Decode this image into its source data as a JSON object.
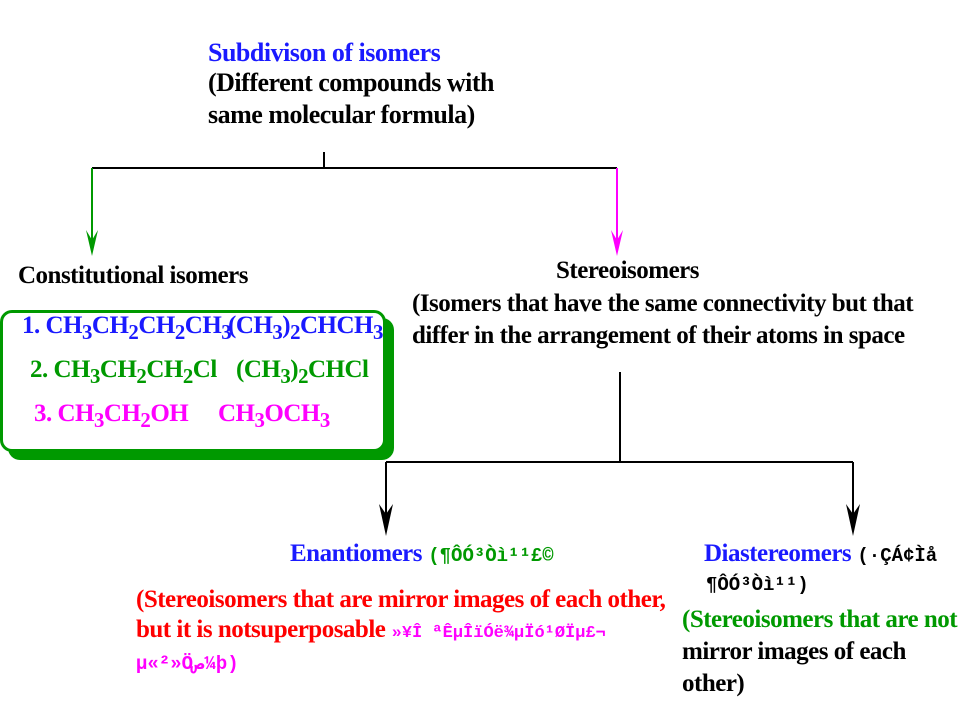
{
  "root": {
    "title": "Subdivison of isomers",
    "line1": "(Different compounds with",
    "line2": "same molecular formula)"
  },
  "constitutional": {
    "heading": "Constitutional isomers",
    "examples": [
      {
        "left": "1. CH3CH2CH2CH3",
        "right": "(CH3)2CHCH3"
      },
      {
        "left": "2. CH3CH2CH2Cl",
        "right": "(CH3)2CHCl"
      },
      {
        "left": "3. CH3CH2OH",
        "right": "CH3OCH3"
      }
    ]
  },
  "stereo": {
    "heading": "Stereoisomers",
    "line1": "(Isomers that have the same connectivity but that",
    "line2": "differ in the arrangement of their atoms in space"
  },
  "enantiomers": {
    "heading": "Enantiomers",
    "garbled": "(¶ÔÓ³Òì¹¹£©",
    "line1": "(Stereoisomers that are mirror images of each other,",
    "line2": "but it is notsuperposable",
    "line2_garbled": "»¥Î ªÊµÎïÓë¾µÏó¹ØÏµ£¬",
    "line3": "µ«²»Öص¼þ)"
  },
  "diastereomers": {
    "heading": "Diastereomers",
    "garbled1": "(·ÇÁ¢Ìå",
    "garbled2": "¶ÔÓ³Òì¹¹)",
    "line1": "(Stereoisomers that are not",
    "line2": "mirror images of each",
    "line3": "other)"
  },
  "colors": {
    "heading_blue": "#1a1aff",
    "constitutional_green": "#009900",
    "example_magenta": "#ff00ff",
    "enantiomer_red": "#ff0000"
  }
}
